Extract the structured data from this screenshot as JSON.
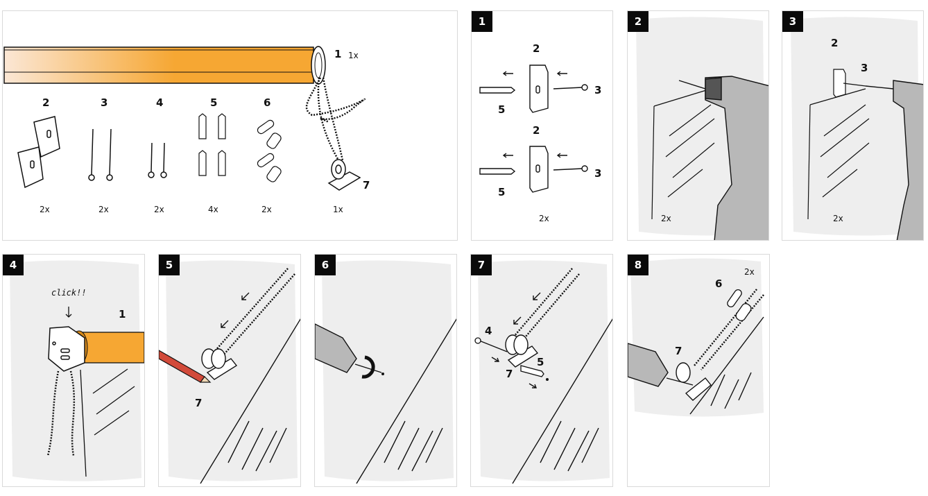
{
  "parts": {
    "roller": {
      "number": "1",
      "qty": "1x"
    },
    "items": [
      {
        "number": "2",
        "qty": "2x"
      },
      {
        "number": "3",
        "qty": "2x"
      },
      {
        "number": "4",
        "qty": "2x"
      },
      {
        "number": "5",
        "qty": "4x"
      },
      {
        "number": "6",
        "qty": "2x"
      },
      {
        "number": "7",
        "qty": "1x"
      }
    ]
  },
  "steps": [
    {
      "badge": "1",
      "labels": [
        "2",
        "3",
        "5",
        "2",
        "3",
        "5"
      ],
      "qty": "2x"
    },
    {
      "badge": "2",
      "qty": "2x"
    },
    {
      "badge": "3",
      "labels": [
        "2",
        "3"
      ],
      "qty": "2x"
    },
    {
      "badge": "4",
      "labels": [
        "1"
      ],
      "click_text": "click!!"
    },
    {
      "badge": "5",
      "labels": [
        "7"
      ]
    },
    {
      "badge": "6"
    },
    {
      "badge": "7",
      "labels": [
        "4",
        "7",
        "5"
      ]
    },
    {
      "badge": "8",
      "labels": [
        "6",
        "7"
      ],
      "qty": "2x"
    }
  ],
  "colors": {
    "fabric": "#f6a733",
    "fabric_light": "#fbe7d5",
    "wall": "#eeeeee",
    "ink": "#111111"
  }
}
